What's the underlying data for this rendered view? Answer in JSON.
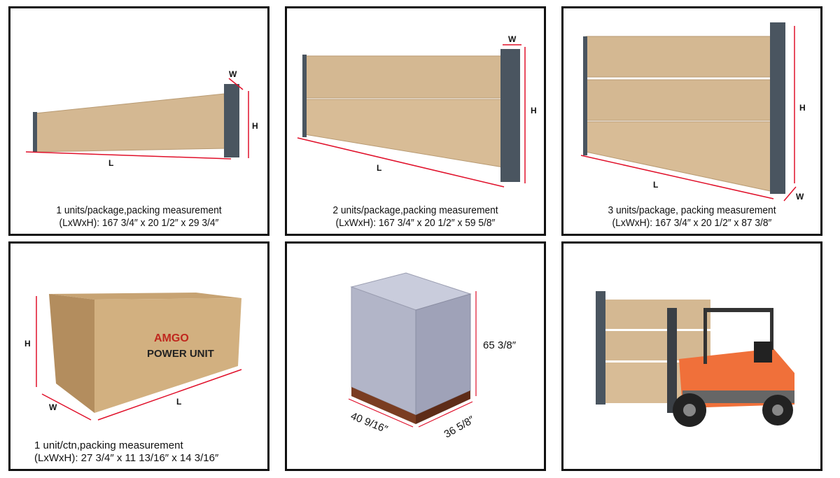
{
  "panels": [
    {
      "caption_line1": "1 units/package,packing measurement",
      "caption_line2": "(LxWxH): 167 3/4″ x 20 1/2″ x 29 3/4″",
      "labels": {
        "l": "L",
        "w": "W",
        "h": "H"
      }
    },
    {
      "caption_line1": "2 units/package,packing measurement",
      "caption_line2": "(LxWxH): 167 3/4″ x 20 1/2″ x 59 5/8″",
      "labels": {
        "l": "L",
        "w": "W",
        "h": "H"
      }
    },
    {
      "caption_line1": "3 units/package, packing measurement",
      "caption_line2": "(LxWxH): 167 3/4″ x 20 1/2″ x 87 3/8″",
      "labels": {
        "l": "L",
        "w": "W",
        "h": "H"
      }
    },
    {
      "caption_line1": "1 unit/ctn,packing measurement",
      "caption_line2": "(LxWxH): 27 3/4″ x 11 13/16″ x 14 3/16″",
      "labels": {
        "l": "L",
        "w": "W",
        "h": "H"
      },
      "brand": "AMGO",
      "product": "POWER UNIT"
    },
    {
      "height": "65 3/8″",
      "length": "40 9/16″",
      "width": "36 5/8″"
    },
    {}
  ],
  "colors": {
    "dimension_line": "#e0102a",
    "cardboard": "#d2b48c",
    "rack": "#4a5560",
    "pallet_box": "#b8bccf",
    "forklift": "#f0703a"
  }
}
